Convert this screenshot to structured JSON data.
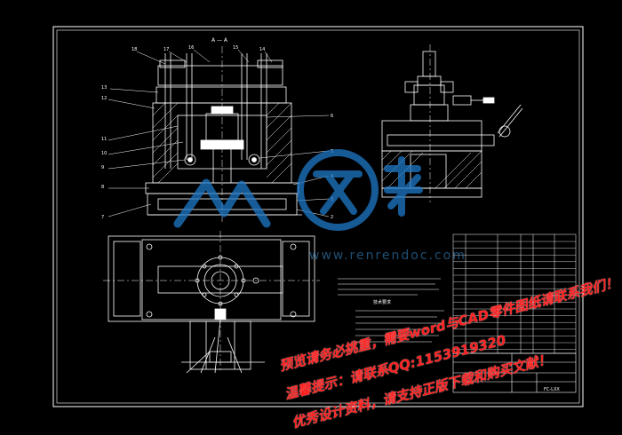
{
  "drawing": {
    "section_label": "A — A",
    "part_numbers_top_left": [
      "18",
      "17",
      "16",
      "15",
      "14"
    ],
    "part_numbers_left": [
      "13",
      "12",
      "11",
      "10",
      "9",
      "8",
      "7"
    ],
    "part_numbers_right": [
      "5",
      "4",
      "3",
      "2"
    ],
    "part_number_top_right": "6",
    "tech_req_title": "技术要求",
    "title_block_number": "FC-LXX"
  },
  "watermark": {
    "line1": "预览请务必挑重，需要word与CAD零件图纸请联系我们！",
    "line2": "温馨提示：请联系QQ:1153919320",
    "line3": "优秀设计资料，请支持正版下载和购买文献！",
    "site": "www.renrendoc.com",
    "logo_text": "人人文库"
  },
  "colors": {
    "background": "#000000",
    "line": "#ffffff",
    "watermark_blue": "#1e78c8",
    "watermark_red": "#ff2020"
  }
}
